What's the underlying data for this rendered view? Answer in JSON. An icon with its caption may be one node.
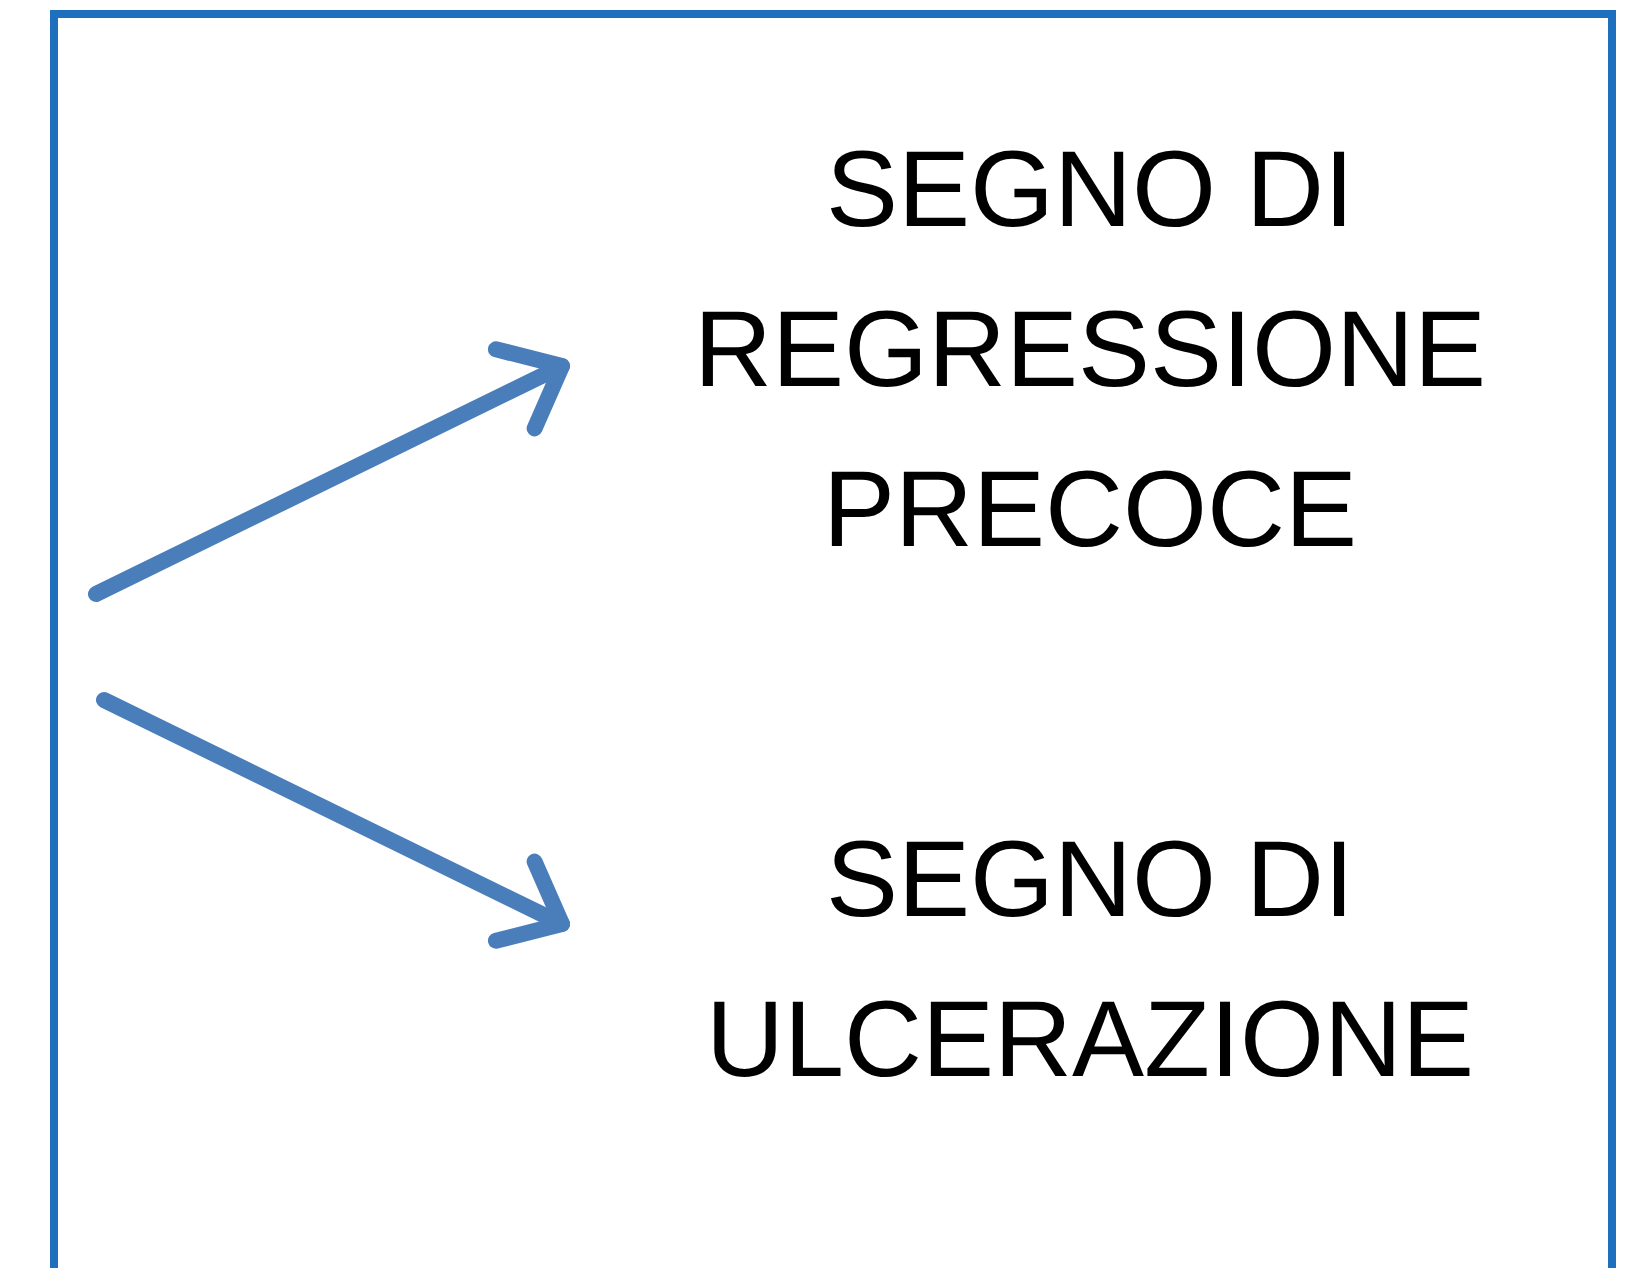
{
  "diagram": {
    "nodes": [
      {
        "text": [],
        "shape": "box"
      },
      {
        "text": [
          "SEGNO DI REGRESSIONE PRECOCE"
        ],
        "in": 0
      },
      {
        "text": [
          "SEGNO DI ULCERAZIONE"
        ],
        "in": 0
      }
    ],
    "edges": [
      {
        "from": null,
        "to": 1,
        "arrow": "to"
      },
      {
        "from": null,
        "to": 2,
        "arrow": "to"
      }
    ]
  }
}
